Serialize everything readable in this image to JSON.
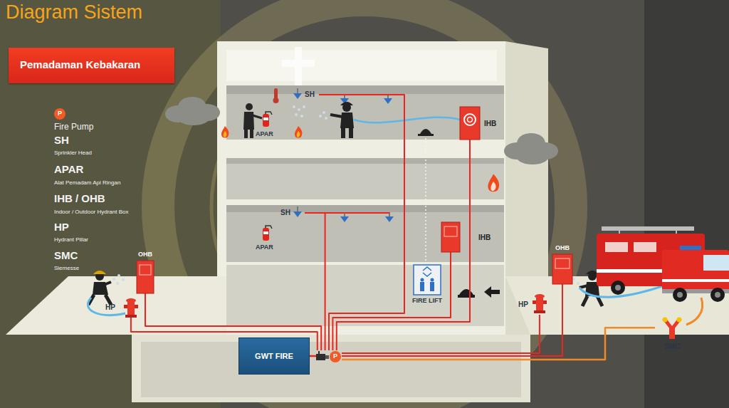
{
  "diagram": {
    "title": "Diagram Sistem",
    "nodes": [
      {
        "text": [
          "Pemadaman Kebakaran"
        ]
      },
      {
        "text": [
          "P"
        ]
      },
      {
        "text": [
          "SH"
        ]
      },
      {
        "text": [
          "APAR"
        ]
      },
      {
        "text": [
          "IHB"
        ]
      },
      {
        "text": [
          "SH"
        ]
      },
      {
        "text": [
          "APAR"
        ]
      },
      {
        "text": [
          "IHB"
        ]
      },
      {
        "text": [
          "FIRE LIFT"
        ]
      },
      {
        "text": [
          "OHB"
        ]
      },
      {
        "text": [
          "HP"
        ]
      },
      {
        "text": [
          "GWT FIRE"
        ]
      },
      {
        "text": [
          "P"
        ]
      },
      {
        "text": [
          "OHB"
        ]
      },
      {
        "text": [
          "HP"
        ]
      },
      {
        "text": [
          "SMC"
        ]
      }
    ],
    "edges": [
      {
        "from": 11,
        "to": 12,
        "arrow": "none"
      },
      {
        "from": 12,
        "to": 2,
        "arrow": "none"
      },
      {
        "from": 12,
        "to": 5,
        "arrow": "none"
      },
      {
        "from": 12,
        "to": 4,
        "arrow": "none"
      },
      {
        "from": 12,
        "to": 7,
        "arrow": "none"
      },
      {
        "from": 12,
        "to": 9,
        "arrow": "none"
      },
      {
        "from": 12,
        "to": 10,
        "arrow": "none"
      },
      {
        "from": 12,
        "to": 14,
        "arrow": "none"
      },
      {
        "from": 12,
        "to": 13,
        "arrow": "none"
      },
      {
        "from": 15,
        "to": 12,
        "arrow": "none"
      }
    ],
    "labels": [
      "Fire Pump",
      "SH",
      "Sprinkler Head",
      "APAR",
      "Alat Pemadam Api Ringan",
      "IHB / OHB",
      "Indoor / Outdoor Hydrant Box",
      "HP",
      "Hydrant Pillar",
      "SMC",
      "Siemesse"
    ]
  }
}
